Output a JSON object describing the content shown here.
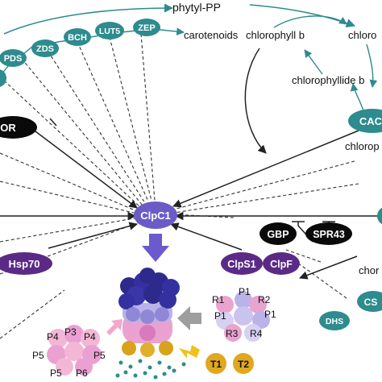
{
  "colors": {
    "teal": "#2E8B8E",
    "teal_text": "#ffffff",
    "black_node": "#0a0a0a",
    "purple": "#5B2A86",
    "clpc1": "#6B5BC7",
    "down_arrow": "#6A5ACD",
    "protease_top": "#2E2A8C",
    "protease_mid": "#8E88D6",
    "protease_pink": "#E9A3CF",
    "protease_gold": "#D8A21A",
    "gray_arrow": "#9E9E9E",
    "pink_arrow": "#F3A7C9",
    "yellow_arrow": "#F2C01E",
    "dots": "#2E8B8E",
    "line": "#222222"
  },
  "top": {
    "phytyl": "phytyl-PP",
    "carotenoids": "carotenoids",
    "chl_b": "chlorophyll b",
    "chl_a_partial": "chloro",
    "chlide_b": "chlorophyllide b",
    "chlorop_partial": "chlorop"
  },
  "carotenoid_enzymes": [
    "PDS",
    "ZDS",
    "BCH",
    "LUT5",
    "ZEP"
  ],
  "nodes": {
    "cao": "CAC",
    "black_left": "OR",
    "clpc1": "ClpC1",
    "hsp70": "Hsp70",
    "clps1": "ClpS1",
    "clpf": "ClpF",
    "gbp": "GBP",
    "spr43": "SPR43",
    "cs": "CS",
    "dhs": "DHS",
    "t1": "T1",
    "t2": "T2",
    "chor_partial": "chor"
  },
  "ring_r_labels": [
    "R1",
    "P1",
    "R2",
    "P1",
    "P1",
    "R3",
    "R4"
  ],
  "ring_p_labels": [
    "P4",
    "P3",
    "P4",
    "P5",
    "P5",
    "P5",
    "P6"
  ]
}
